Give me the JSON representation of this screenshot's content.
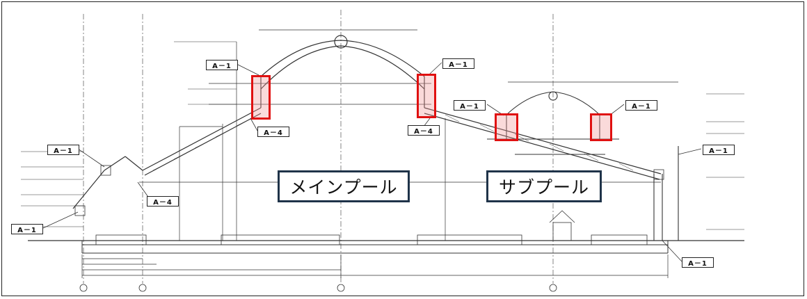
{
  "callouts": {
    "main_pool": "メインプール",
    "sub_pool": "サブプール"
  },
  "section_tags": {
    "a1": "A－1",
    "a4": "A－4"
  },
  "colors": {
    "highlight": "#e01010",
    "callout_border": "#1f3349",
    "line": "#333333"
  }
}
